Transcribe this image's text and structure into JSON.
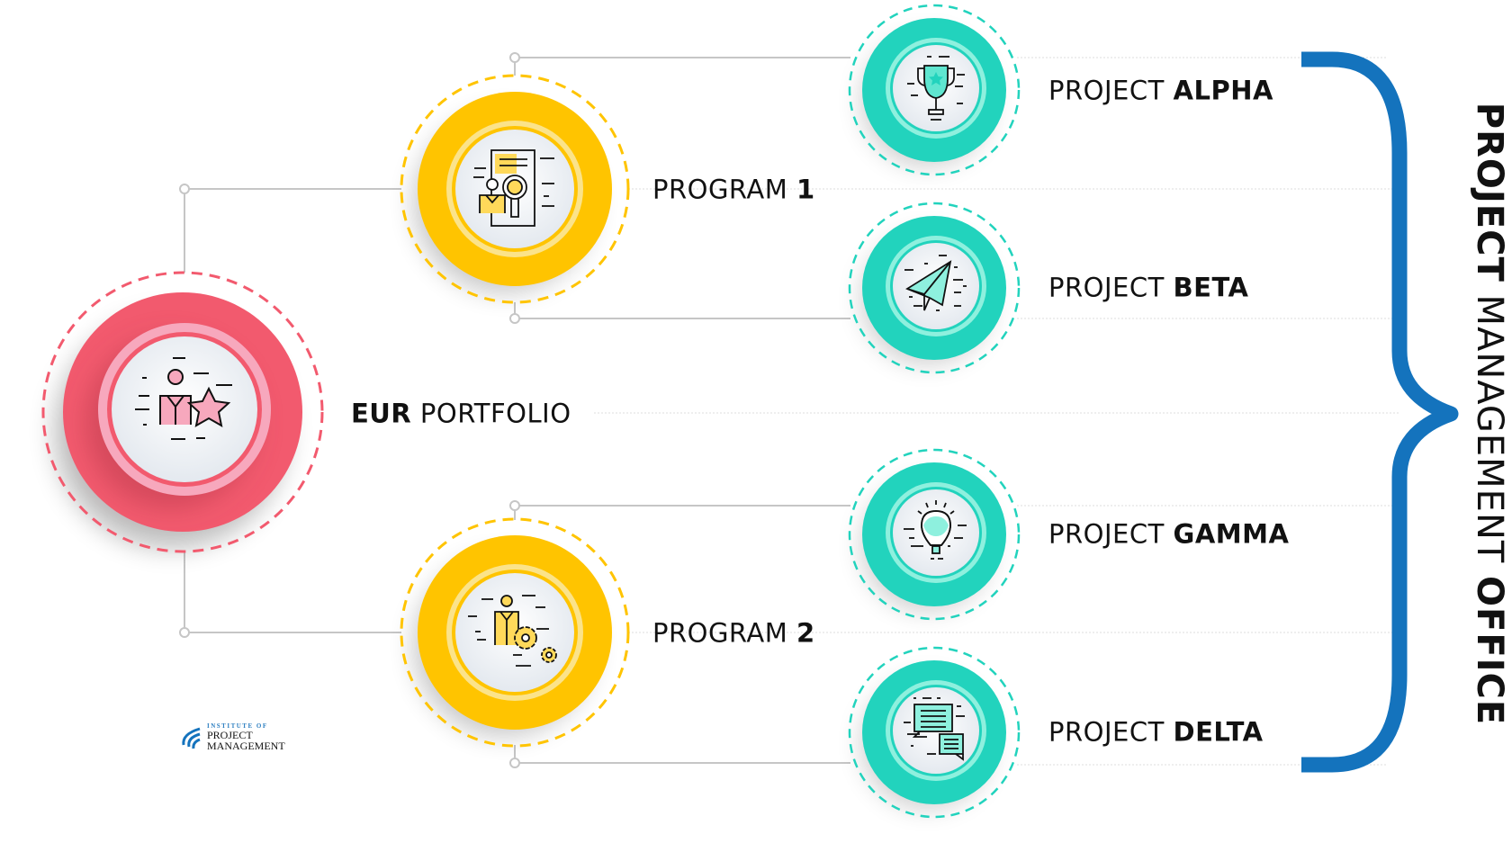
{
  "diagram": {
    "title": {
      "bold": "PROJECT",
      "regular": " MANAGEMENT ",
      "bold2": "OFFICE"
    },
    "portfolio": {
      "bold": "EUR",
      "regular": " PORTFOLIO",
      "icon": "person-star-icon",
      "color": "#f25a6e"
    },
    "programs": [
      {
        "regular": "PROGRAM ",
        "bold": "1",
        "icon": "document-search-icon",
        "color": "#ffc400"
      },
      {
        "regular": "PROGRAM ",
        "bold": "2",
        "icon": "person-gears-icon",
        "color": "#ffc400"
      }
    ],
    "projects": [
      {
        "regular": "PROJECT ",
        "bold": "ALPHA",
        "icon": "trophy-icon",
        "color": "#22d3bd"
      },
      {
        "regular": "PROJECT ",
        "bold": "BETA",
        "icon": "paper-plane-icon",
        "color": "#22d3bd"
      },
      {
        "regular": "PROJECT ",
        "bold": "GAMMA",
        "icon": "lightbulb-icon",
        "color": "#22d3bd"
      },
      {
        "regular": "PROJECT ",
        "bold": "DELTA",
        "icon": "chat-bubbles-icon",
        "color": "#22d3bd"
      }
    ],
    "brace_color": "#1473bd",
    "logo": {
      "line1": "INSTITUTE OF",
      "line2": "PROJECT",
      "line3": "MANAGEMENT"
    }
  }
}
